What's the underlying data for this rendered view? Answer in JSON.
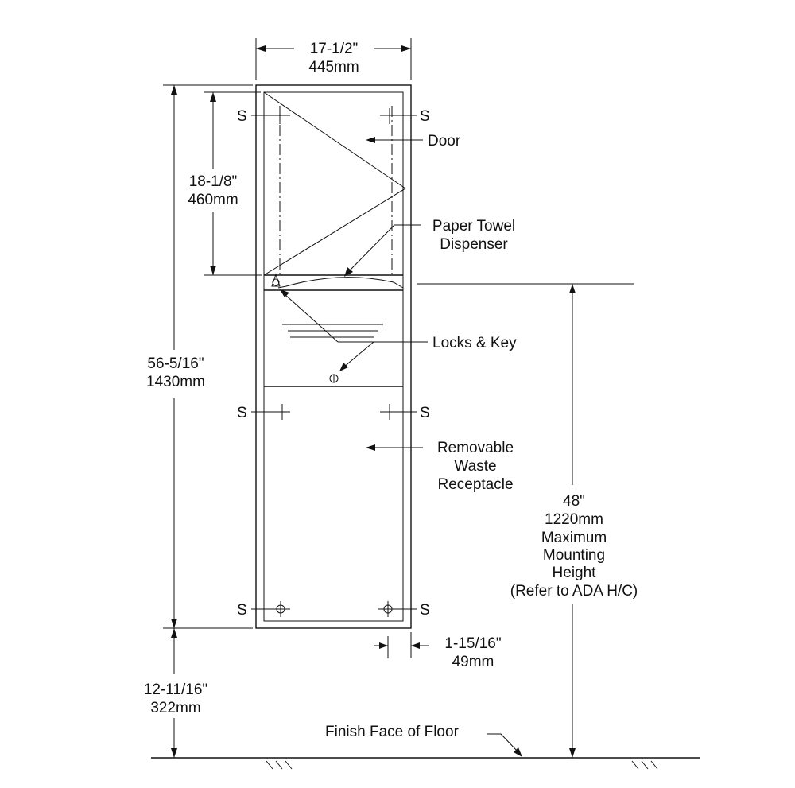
{
  "dimensions": {
    "width_in": "17-1/2\"",
    "width_mm": "445mm",
    "door_height_in": "18-1/8\"",
    "door_height_mm": "460mm",
    "overall_height_in": "56-5/16\"",
    "overall_height_mm": "1430mm",
    "floor_clearance_in": "12-11/16\"",
    "floor_clearance_mm": "322mm",
    "flange_in": "1-15/16\"",
    "flange_mm": "49mm",
    "mounting_in": "48\"",
    "mounting_mm": "1220mm",
    "mounting_line1": "Maximum",
    "mounting_line2": "Mounting",
    "mounting_line3": "Height",
    "mounting_line4": "(Refer to ADA H/C)"
  },
  "callouts": {
    "door": "Door",
    "paper_towel_1": "Paper Towel",
    "paper_towel_2": "Dispenser",
    "locks": "Locks & Key",
    "waste_1": "Removable",
    "waste_2": "Waste",
    "waste_3": "Receptacle",
    "floor": "Finish Face of Floor"
  },
  "screw_marker": "S"
}
